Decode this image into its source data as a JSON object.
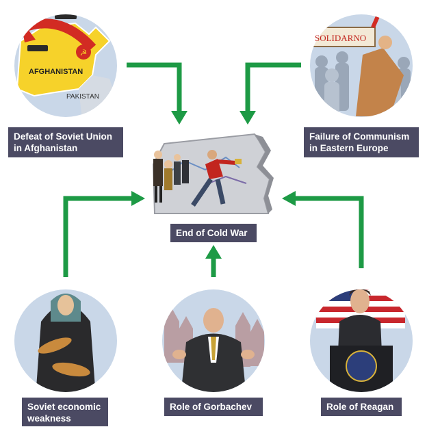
{
  "colors": {
    "arrow": "#1d9a45",
    "label_bg": "#4b4a63",
    "label_text": "#ffffff",
    "circle_bg": "#c9d7e8"
  },
  "center": {
    "label": "End of Cold War",
    "icon": "berlin-wall-icon"
  },
  "causes": [
    {
      "id": "afghanistan",
      "label": "Defeat of Soviet Union\nin Afghanistan",
      "icon": "afghanistan-map-icon",
      "map_labels": [
        "AFGHANISTAN",
        "PAKISTAN"
      ]
    },
    {
      "id": "eastern-europe",
      "label": "Failure of Communism\nin Eastern Europe",
      "icon": "solidarity-protest-icon",
      "banner_text": "SOLIDARNO"
    },
    {
      "id": "economy",
      "label": "Soviet economic\nweakness",
      "icon": "woman-with-bread-icon"
    },
    {
      "id": "gorbachev",
      "label": "Role of Gorbachev",
      "icon": "gorbachev-icon"
    },
    {
      "id": "reagan",
      "label": "Role of Reagan",
      "icon": "reagan-podium-icon"
    }
  ]
}
